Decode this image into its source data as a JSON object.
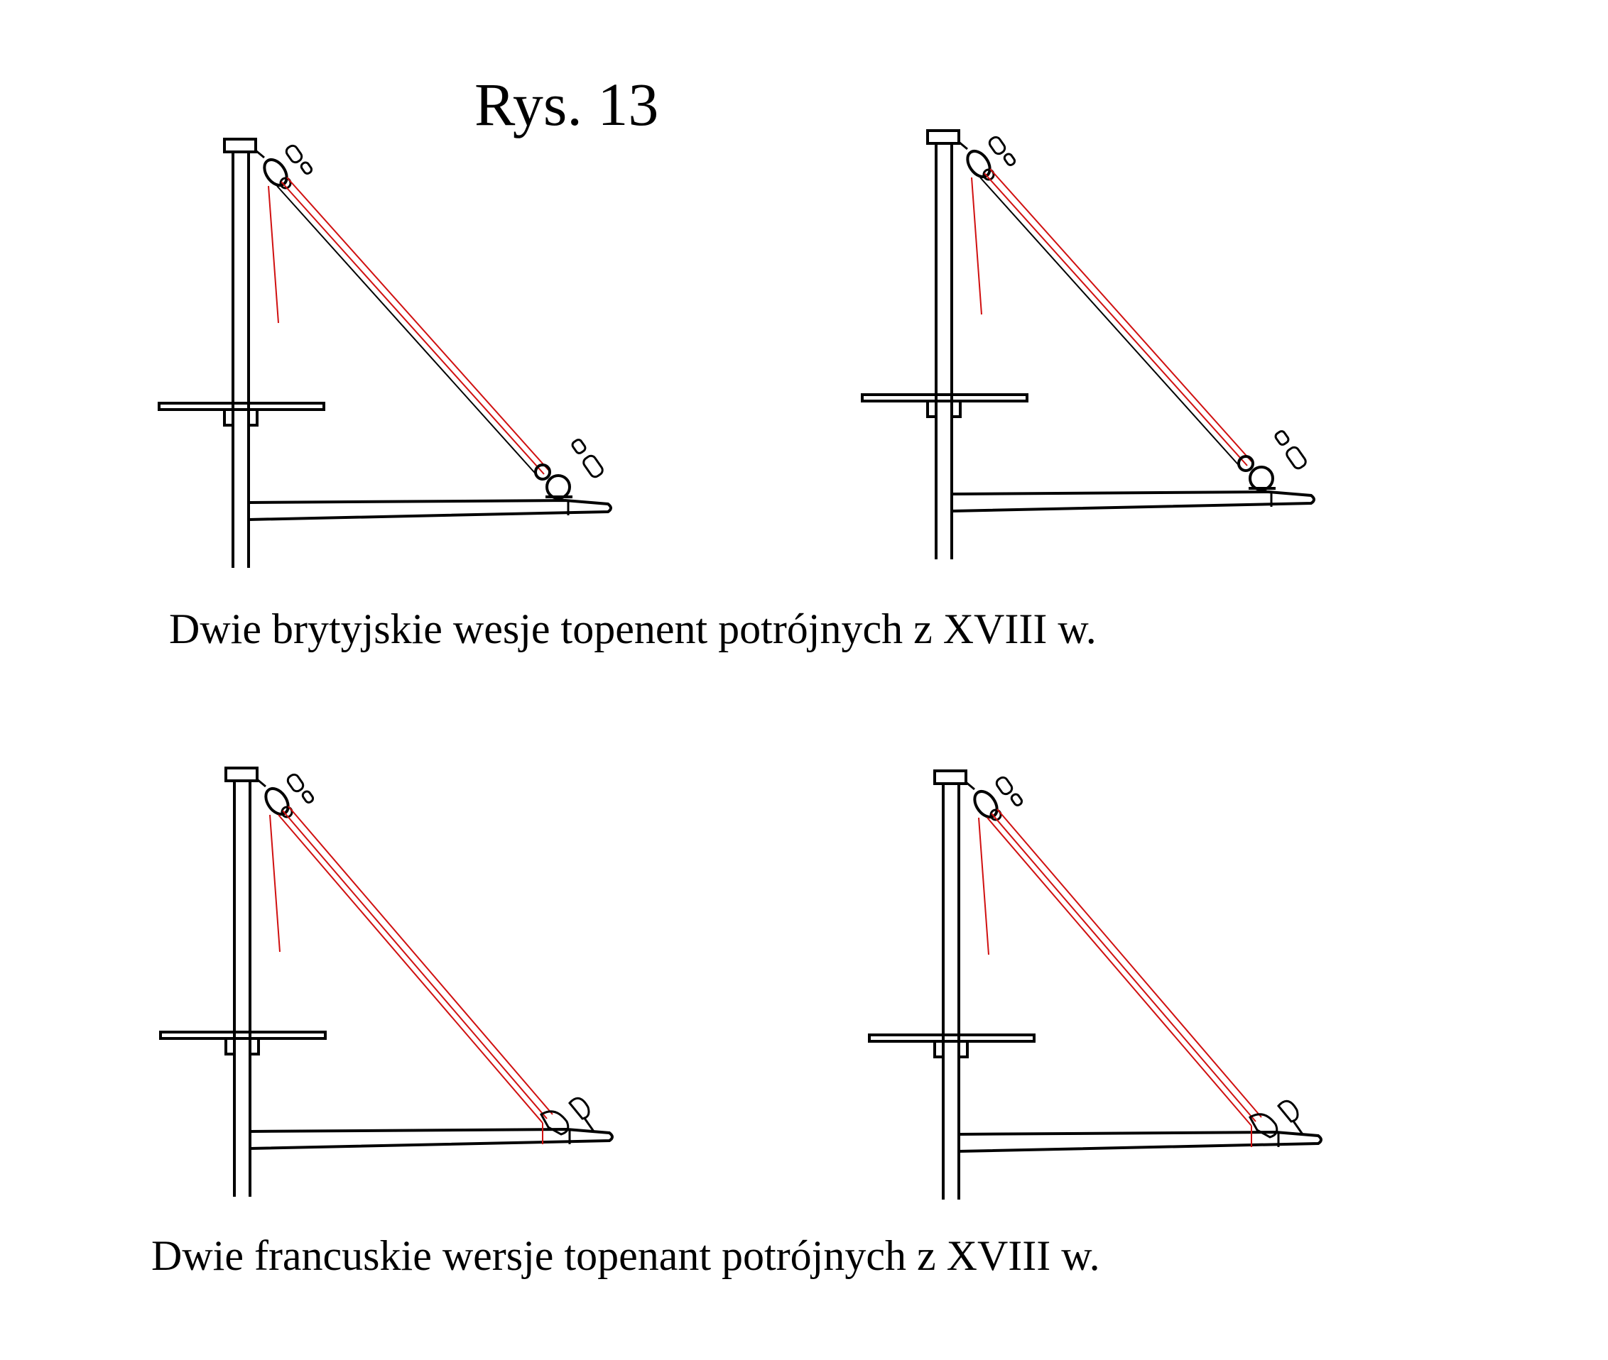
{
  "figure": {
    "title": "Rys. 13",
    "caption_british": "Dwie brytyjskie wesje topenent potrójnych z XVIII w.",
    "caption_french": "Dwie francuskie wersje topenant potrójnych z XVIII w."
  },
  "colors": {
    "line": "#000000",
    "rope": "#d01010",
    "background": "#ffffff"
  },
  "panels": [
    {
      "id": "british-1",
      "variant": "british"
    },
    {
      "id": "british-2",
      "variant": "british"
    },
    {
      "id": "french-1",
      "variant": "french"
    },
    {
      "id": "french-2",
      "variant": "french"
    }
  ]
}
